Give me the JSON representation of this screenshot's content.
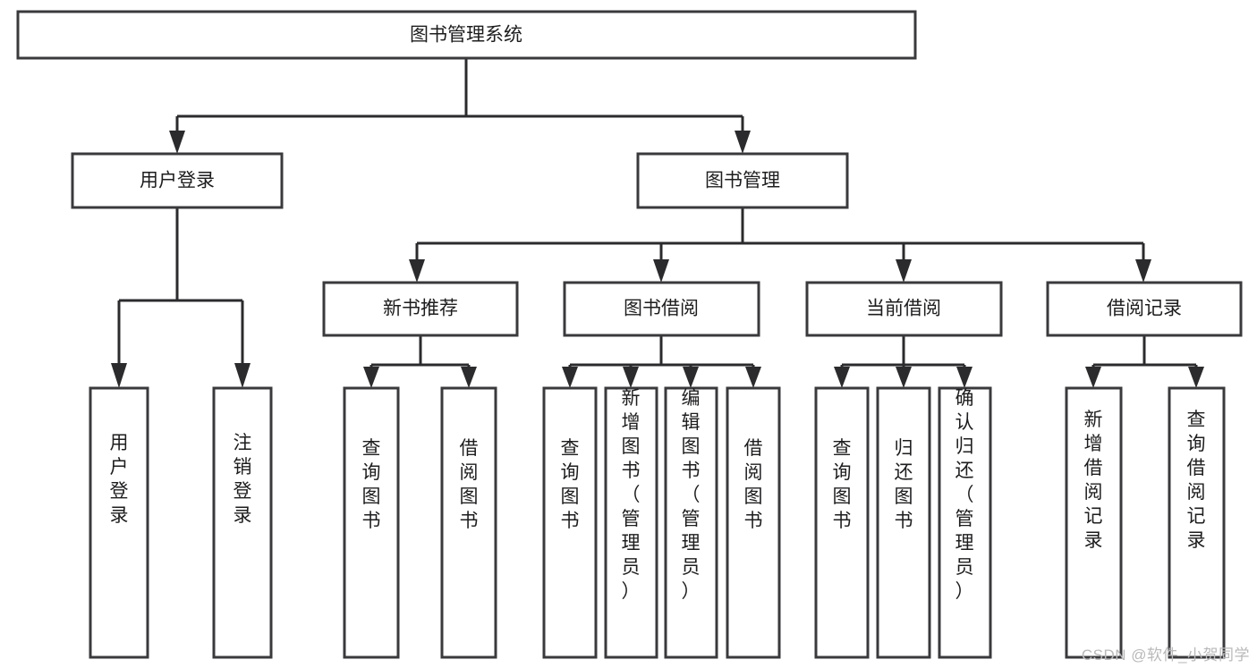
{
  "diagram": {
    "title": "图书管理系统",
    "type": "tree-hierarchy",
    "watermark": "CSDN @软件_小贺同学",
    "colors": {
      "background": "#ffffff",
      "box_border": "#3a3a3c",
      "connector": "#2b2b2d",
      "text": "#1d1d1f",
      "watermark": "#b9b9bb"
    },
    "root": {
      "label": "图书管理系统",
      "orientation": "horizontal"
    },
    "level2": [
      {
        "label": "用户登录",
        "orientation": "horizontal"
      },
      {
        "label": "图书管理",
        "orientation": "horizontal"
      }
    ],
    "level3": [
      {
        "label": "新书推荐",
        "orientation": "horizontal"
      },
      {
        "label": "图书借阅",
        "orientation": "horizontal"
      },
      {
        "label": "当前借阅",
        "orientation": "horizontal"
      },
      {
        "label": "借阅记录",
        "orientation": "horizontal"
      }
    ],
    "leaves": {
      "user_login": [
        {
          "label": "用户登录",
          "orientation": "vertical"
        },
        {
          "label": "注销登录",
          "orientation": "vertical"
        }
      ],
      "new_book_recommend": [
        {
          "label": "查询图书",
          "orientation": "vertical"
        },
        {
          "label": "借阅图书",
          "orientation": "vertical"
        }
      ],
      "book_borrow": [
        {
          "label": "查询图书",
          "orientation": "vertical"
        },
        {
          "label": "新增图书（管理员）",
          "orientation": "vertical"
        },
        {
          "label": "编辑图书（管理员）",
          "orientation": "vertical"
        },
        {
          "label": "借阅图书",
          "orientation": "vertical"
        }
      ],
      "current_borrow": [
        {
          "label": "查询图书",
          "orientation": "vertical"
        },
        {
          "label": "归还图书",
          "orientation": "vertical"
        },
        {
          "label": "确认归还（管理员）",
          "orientation": "vertical"
        }
      ],
      "borrow_record": [
        {
          "label": "新增借阅记录",
          "orientation": "vertical"
        },
        {
          "label": "查询借阅记录",
          "orientation": "vertical"
        }
      ]
    }
  }
}
